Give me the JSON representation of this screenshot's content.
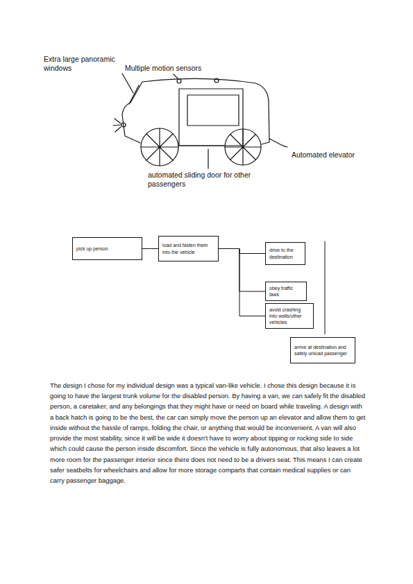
{
  "diagram": {
    "nodes": [
      {
        "text": [
          "pick up person"
        ]
      },
      {
        "text": [
          "load and fasten them into the vehicle"
        ]
      },
      {
        "text": [
          "drive to the destination"
        ]
      },
      {
        "text": [
          "obey traffic laws"
        ]
      },
      {
        "text": [
          "avoid crashing into walls/other vehicles"
        ]
      },
      {
        "text": [
          "arrive at destination and safely unload passenger"
        ]
      }
    ],
    "edges": [
      {
        "from": 0,
        "to": 1,
        "arrow": "none"
      },
      {
        "from": 1,
        "to": 2,
        "arrow": "none"
      },
      {
        "from": 1,
        "to": 3,
        "arrow": "none"
      },
      {
        "from": 1,
        "to": 4,
        "arrow": "none"
      }
    ],
    "labels": [
      "Extra large panoramic windows",
      "Multiple motion sensors",
      "automated sliding door for other passengers",
      "Automated elevator",
      "The design I chose for my individual design was a typical van-like vehicle. I chose this design because it is going to have the largest trunk volume for the disabled person. By having a van, we can safely fit the disabled person, a caretaker, and any belongings that they might have or need on board while traveling. A design with a back hatch is going to be the best, the car can simply move the person up an elevator and allow them to get inside without the hassle of ramps, folding the chair, or anything that would be inconvenient. A van will also provide the most stability, since it will be wide it doesn't have to worry about tipping or rocking side to side which could cause the person inside discomfort. Since the vehicle is fully autonomous, that also leaves a lot more room for the passenger interior since there does not need to be a drivers seat. This means I can create safer seatbelts for wheelchairs and allow for more storage comparts that contain medical supplies or can carry passenger baggage."
    ]
  }
}
